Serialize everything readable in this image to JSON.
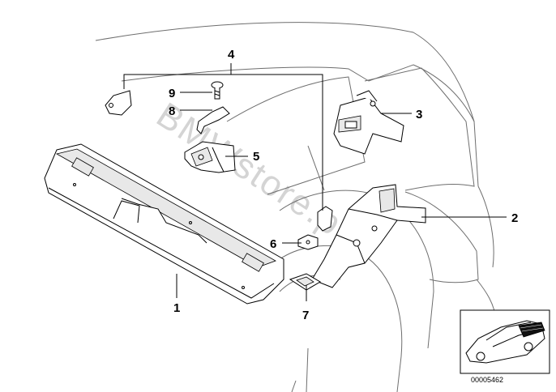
{
  "diagram": {
    "callouts": [
      {
        "id": "1",
        "label": "1"
      },
      {
        "id": "2",
        "label": "2"
      },
      {
        "id": "3",
        "label": "3"
      },
      {
        "id": "4",
        "label": "4"
      },
      {
        "id": "5",
        "label": "5"
      },
      {
        "id": "6",
        "label": "6"
      },
      {
        "id": "7",
        "label": "7"
      },
      {
        "id": "8",
        "label": "8"
      },
      {
        "id": "9",
        "label": "9"
      }
    ],
    "watermark": "BMWstore.pl",
    "thumbnail_ref": "00005462"
  }
}
